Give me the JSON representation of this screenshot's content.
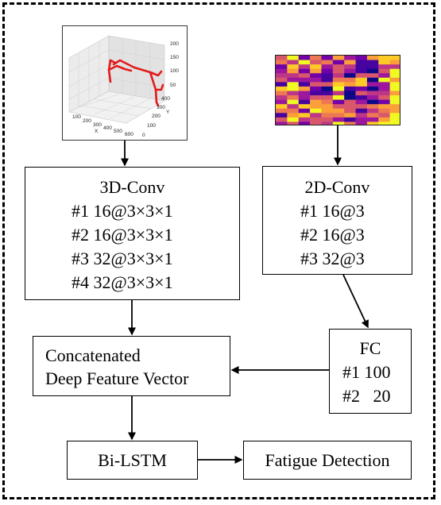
{
  "conv3d": {
    "title": "3D-Conv",
    "layers": [
      "#1 16@3×3×1",
      "#2 16@3×3×1",
      "#3 32@3×3×1",
      "#4 32@3×3×1"
    ]
  },
  "conv2d": {
    "title": "2D-Conv",
    "layers": [
      "#1 16@3",
      "#2 16@3",
      "#3 32@3"
    ]
  },
  "fc": {
    "title": "FC",
    "layers": [
      "#1 100",
      "#2   20"
    ]
  },
  "concat": {
    "lines": [
      "Concatenated",
      "Deep Feature Vector"
    ]
  },
  "bilstm": {
    "label": "Bi-LSTM"
  },
  "fatigue": {
    "label": "Fatigue Detection"
  },
  "plot3d": {
    "ticks_x": [
      "100",
      "200",
      "300",
      "400",
      "500",
      "600"
    ],
    "ticks_y": [
      "0",
      "100",
      "200",
      "300",
      "400"
    ],
    "ticks_z": [
      "50",
      "100",
      "150",
      "200"
    ],
    "xlabel": "X",
    "ylabel": "Y",
    "line_color": "#e31a1c"
  },
  "heatmap": {
    "colormap": "plasma"
  }
}
